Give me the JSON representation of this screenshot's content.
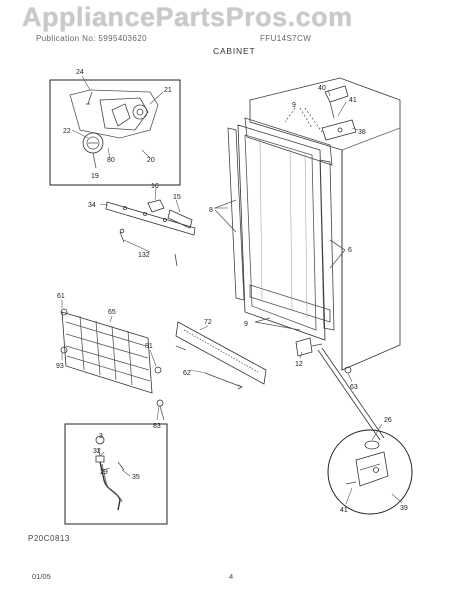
{
  "watermark": "AppliancePartsPros.com",
  "header": {
    "left": "Publication No: 5995403620",
    "right": "FFU14S7CW",
    "title": "CABINET"
  },
  "drawing_number": "P20C0813",
  "footer": {
    "date": "01/05",
    "page": "4"
  },
  "part_labels": {
    "p24": "24",
    "p21": "21",
    "p22": "22",
    "p80": "80",
    "p20": "20",
    "p19": "19",
    "p16": "16",
    "p15": "15",
    "p34": "34",
    "p132": "132",
    "p40": "40",
    "p41": "41",
    "p38": "38",
    "p9a": "9",
    "p8": "8",
    "p6": "6",
    "p9b": "9",
    "p61": "61",
    "p65": "65",
    "p72": "72",
    "p81": "81",
    "p93": "93",
    "p62": "62",
    "p12": "12",
    "p63": "63",
    "p83": "83",
    "p3": "3",
    "p32": "32",
    "p29": "29",
    "p35": "35",
    "p26": "26",
    "p41b": "41",
    "p39": "39"
  }
}
